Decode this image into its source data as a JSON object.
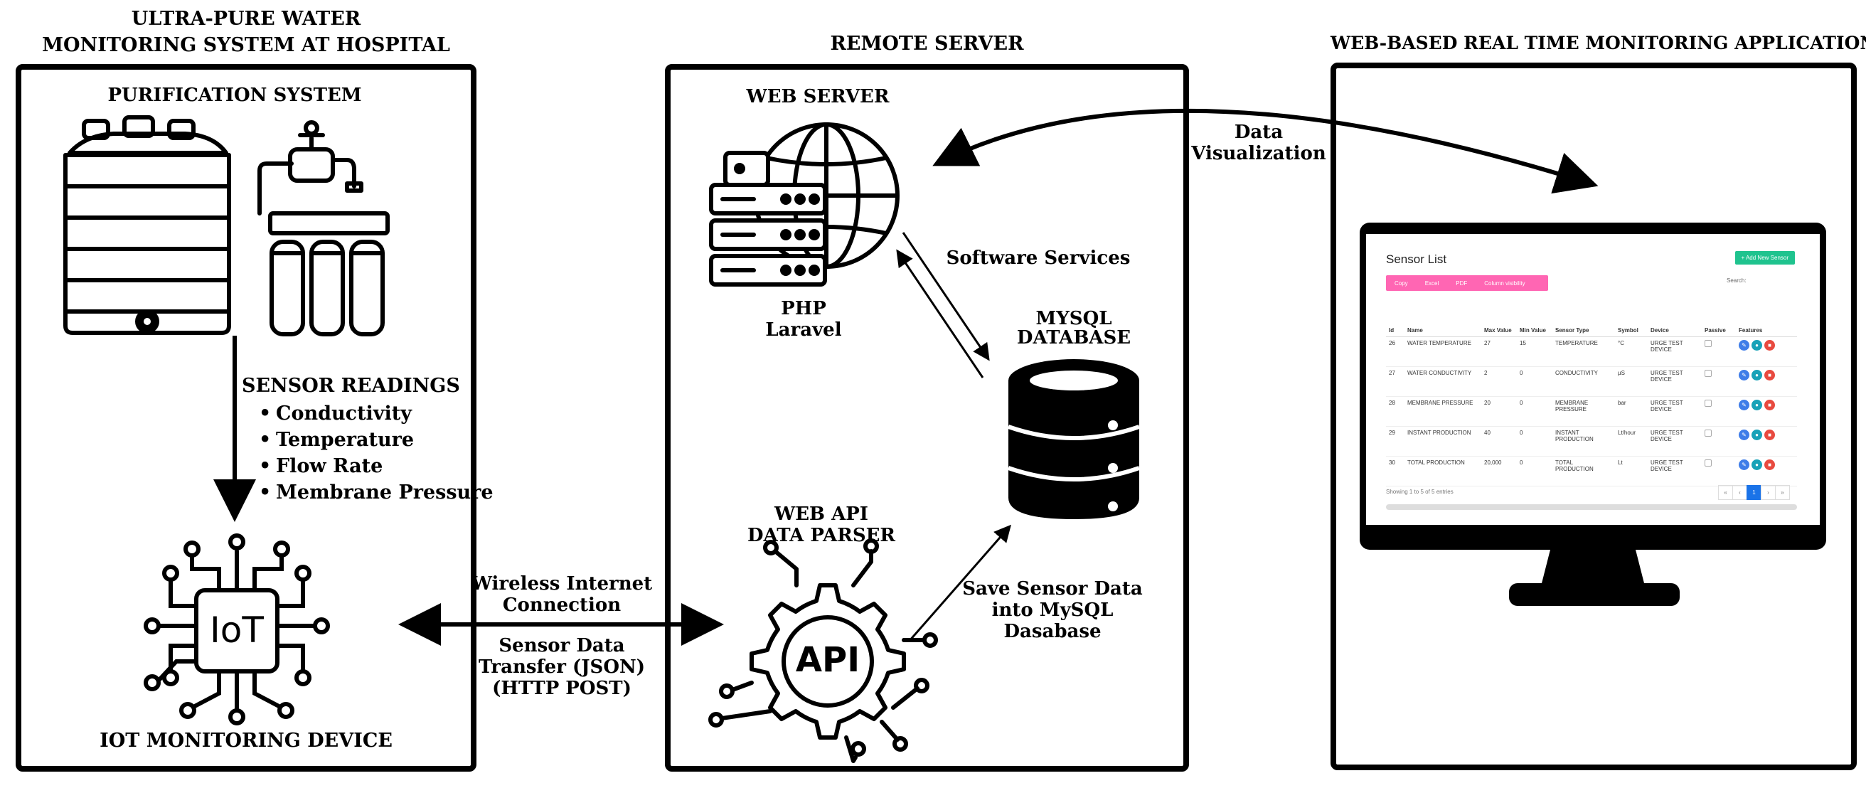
{
  "left_panel": {
    "heading_line1": "ULTRA-PURE WATER",
    "heading_line2": "MONITORING SYSTEM AT HOSPITAL",
    "purification_title": "PURIFICATION SYSTEM",
    "sensor_readings_title": "SENSOR READINGS",
    "sensor_readings": [
      "Conductivity",
      "Temperature",
      "Flow Rate",
      "Membrane Pressure"
    ],
    "iot_chip_label": "IoT",
    "iot_device_label": "IOT MONITORING DEVICE"
  },
  "connection": {
    "wireless_line1": "Wireless Internet",
    "wireless_line2": "Connection",
    "transfer_line1": "Sensor Data",
    "transfer_line2": "Transfer (JSON)",
    "transfer_line3": "(HTTP POST)"
  },
  "middle_panel": {
    "heading": "REMOTE SERVER",
    "web_server_title": "WEB SERVER",
    "php_label": "PHP",
    "laravel_label": "Laravel",
    "software_services": "Software Services",
    "mysql_line1": "MYSQL",
    "mysql_line2": "DATABASE",
    "api_title_line1": "WEB API",
    "api_title_line2": "DATA PARSER",
    "api_gear_label": "API",
    "save_line1": "Save Sensor Data",
    "save_line2": "into MySQL",
    "save_line3": "Dasabase"
  },
  "right_panel": {
    "heading": "WEB-BASED REAL TIME MONITORING APPLICATION",
    "data_vis_line1": "Data",
    "data_vis_line2": "Visualization"
  },
  "app": {
    "title": "Sensor List",
    "add_button": "+ Add New Sensor",
    "export_buttons": [
      "Copy",
      "Excel",
      "PDF",
      "Column visibility"
    ],
    "search_label": "Search:",
    "columns": [
      "Id",
      "Name",
      "Max Value",
      "Min Value",
      "Sensor Type",
      "Symbol",
      "Device",
      "Passive",
      "Features"
    ],
    "rows": [
      [
        "26",
        "WATER TEMPERATURE",
        "27",
        "15",
        "TEMPERATURE",
        "°C",
        "URGE TEST DEVICE"
      ],
      [
        "27",
        "WATER CONDUCTIVITY",
        "2",
        "0",
        "CONDUCTIVITY",
        "µS",
        "URGE TEST DEVICE"
      ],
      [
        "28",
        "MEMBRANE PRESSURE",
        "20",
        "0",
        "MEMBRANE PRESSURE",
        "bar",
        "URGE TEST DEVICE"
      ],
      [
        "29",
        "INSTANT PRODUCTION",
        "40",
        "0",
        "INSTANT PRODUCTION",
        "Lt/hour",
        "URGE TEST DEVICE"
      ],
      [
        "30",
        "TOTAL PRODUCTION",
        "20,000",
        "0",
        "TOTAL PRODUCTION",
        "Lt",
        "URGE TEST DEVICE"
      ]
    ],
    "showing": "Showing 1 to 5 of 5 entries",
    "pager": [
      "«",
      "‹",
      "1",
      "›",
      "»"
    ],
    "current_page": "1"
  }
}
